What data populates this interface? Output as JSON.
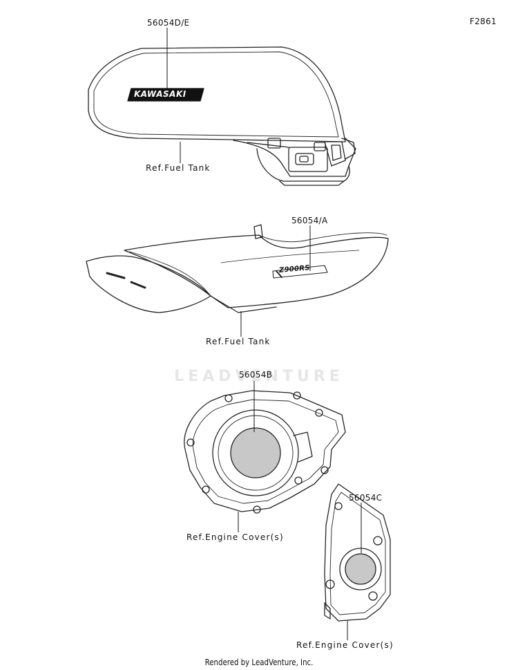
{
  "figure_code": "F2861",
  "watermark": "LEADVENTURE",
  "footer": "Rendered by LeadVenture, Inc.",
  "parts": {
    "tank_emblem": {
      "part_no": "56054D/E",
      "logo_text": "KAWASAKI",
      "ref": "Ref.Fuel Tank"
    },
    "side_emblem": {
      "part_no": "56054/A",
      "logo_text": "Z900RS",
      "ref": "Ref.Fuel Tank"
    },
    "engine_cover_large": {
      "part_no": "56054B",
      "ref": "Ref.Engine Cover(s)"
    },
    "engine_cover_small": {
      "part_no": "56054C",
      "ref": "Ref.Engine Cover(s)"
    }
  }
}
